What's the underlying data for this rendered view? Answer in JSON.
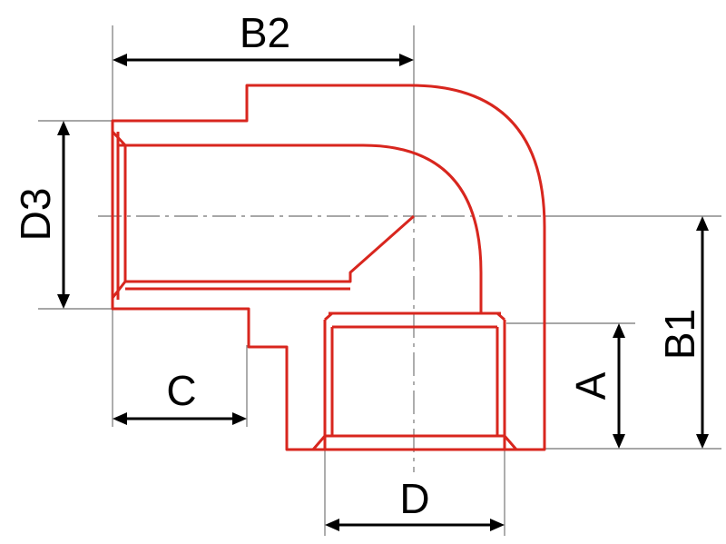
{
  "colors": {
    "outline": "#d8261e",
    "extension_lines": "#8a8a8a",
    "dimension_lines": "#000000",
    "background": "#ffffff"
  },
  "labels": {
    "b2": "B2",
    "d3": "D3",
    "b1": "B1",
    "a": "A",
    "c": "C",
    "d": "D"
  }
}
